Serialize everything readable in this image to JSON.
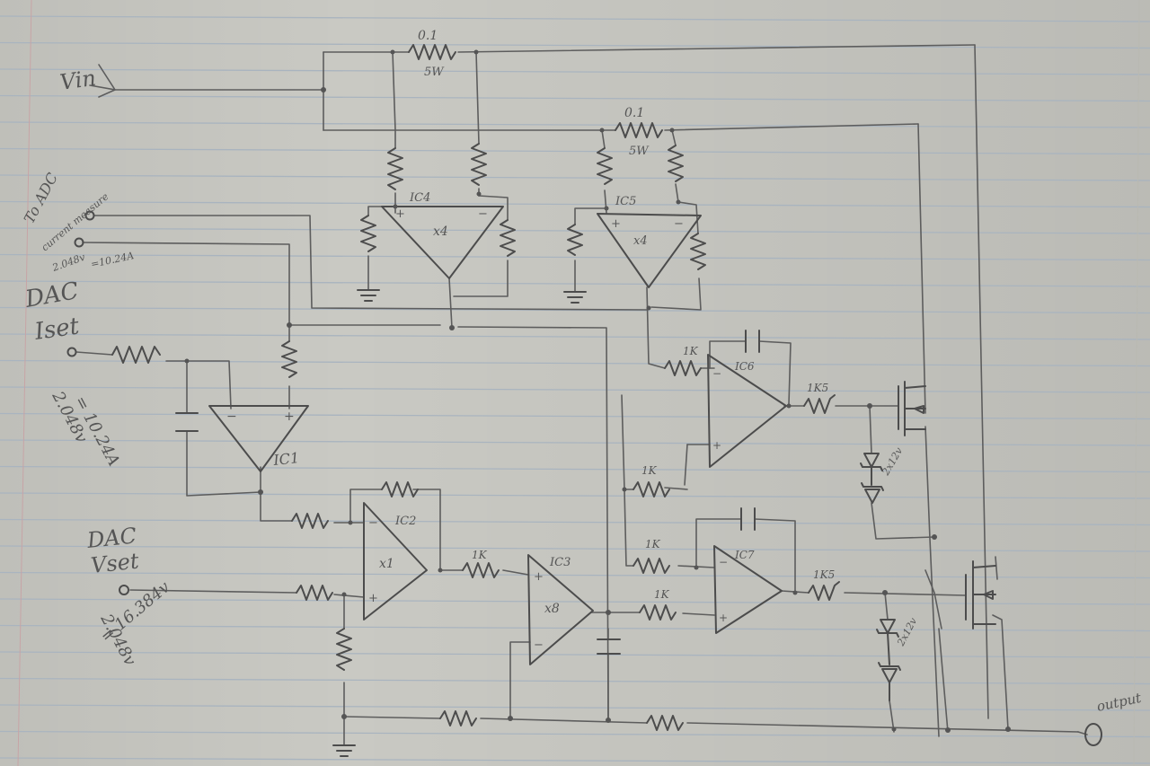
{
  "labels": {
    "vin": "Vin",
    "adc_line1": "To ADC",
    "adc_line2": "current measure",
    "adc_scale1": "2.048v",
    "adc_scale2": "=10.24A",
    "dac_i1": "DAC",
    "dac_i2": "Iset",
    "iset_scale1": "2.048v",
    "iset_scale2": "= 10.24A",
    "dac_v1": "DAC",
    "dac_v2": "Vset",
    "vset_scale1": "2.048v",
    "vset_scale2": "= 16.384v",
    "output": "output"
  },
  "components": {
    "r_shunt1_value": "0.1",
    "r_shunt1_power": "5W",
    "r_shunt2_value": "0.1",
    "r_shunt2_power": "5W",
    "ic1": "IC1",
    "ic2": "IC2",
    "ic2_gain": "x1",
    "ic3": "IC3",
    "ic3_gain": "x8",
    "ic4": "IC4",
    "ic4_gain": "x4",
    "ic5": "IC5",
    "ic5_gain": "x4",
    "ic6": "IC6",
    "ic7": "IC7",
    "r_ic6_in": "1K",
    "r_ic6_fb": "1K",
    "r_ic6_out": "1K5",
    "r_ic7_in1": "1K",
    "r_ic7_in2": "1K",
    "r_ic7_out": "1K5",
    "r_ic3_in": "1K",
    "zener1": "2x12v",
    "zener2": "2x12v",
    "plus": "+",
    "minus": "−"
  }
}
